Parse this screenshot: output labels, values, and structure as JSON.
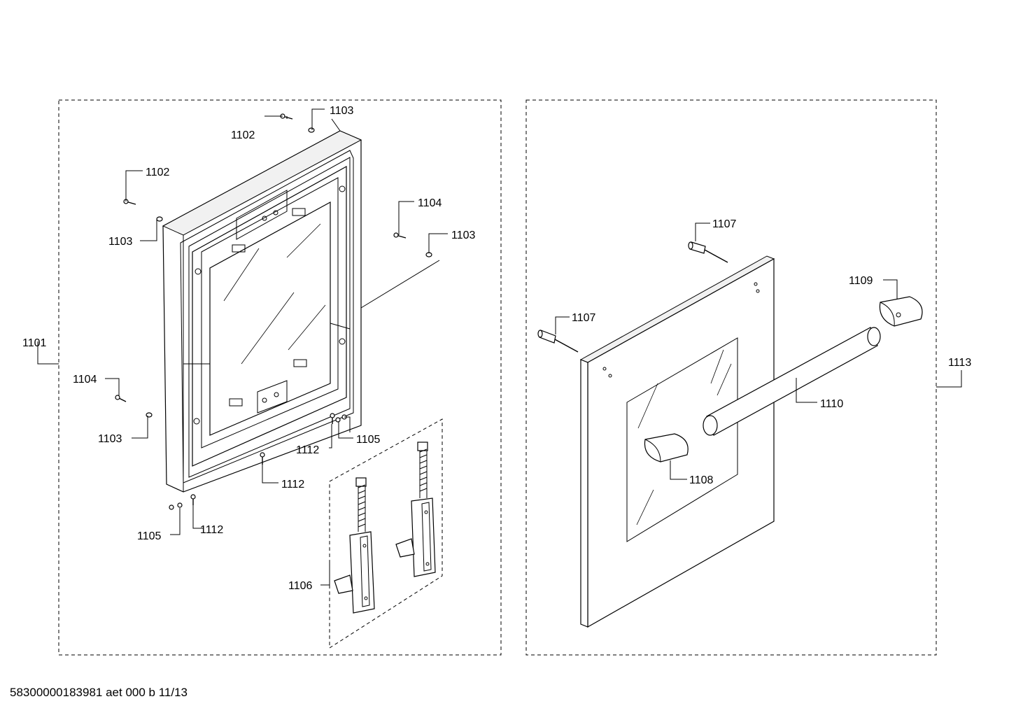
{
  "callouts": {
    "c1101": "1101",
    "c1102a": "1102",
    "c1102b": "1102",
    "c1103a": "1103",
    "c1103b": "1103",
    "c1103c": "1103",
    "c1103d": "1103",
    "c1104a": "1104",
    "c1104b": "1104",
    "c1105a": "1105",
    "c1105b": "1105",
    "c1106": "1106",
    "c1107a": "1107",
    "c1107b": "1107",
    "c1108": "1108",
    "c1109": "1109",
    "c1110": "1110",
    "c1112a": "1112",
    "c1112b": "1112",
    "c1112c": "1112",
    "c1113": "1113"
  },
  "footer": "58300000183981 aet 000 b 11/13"
}
